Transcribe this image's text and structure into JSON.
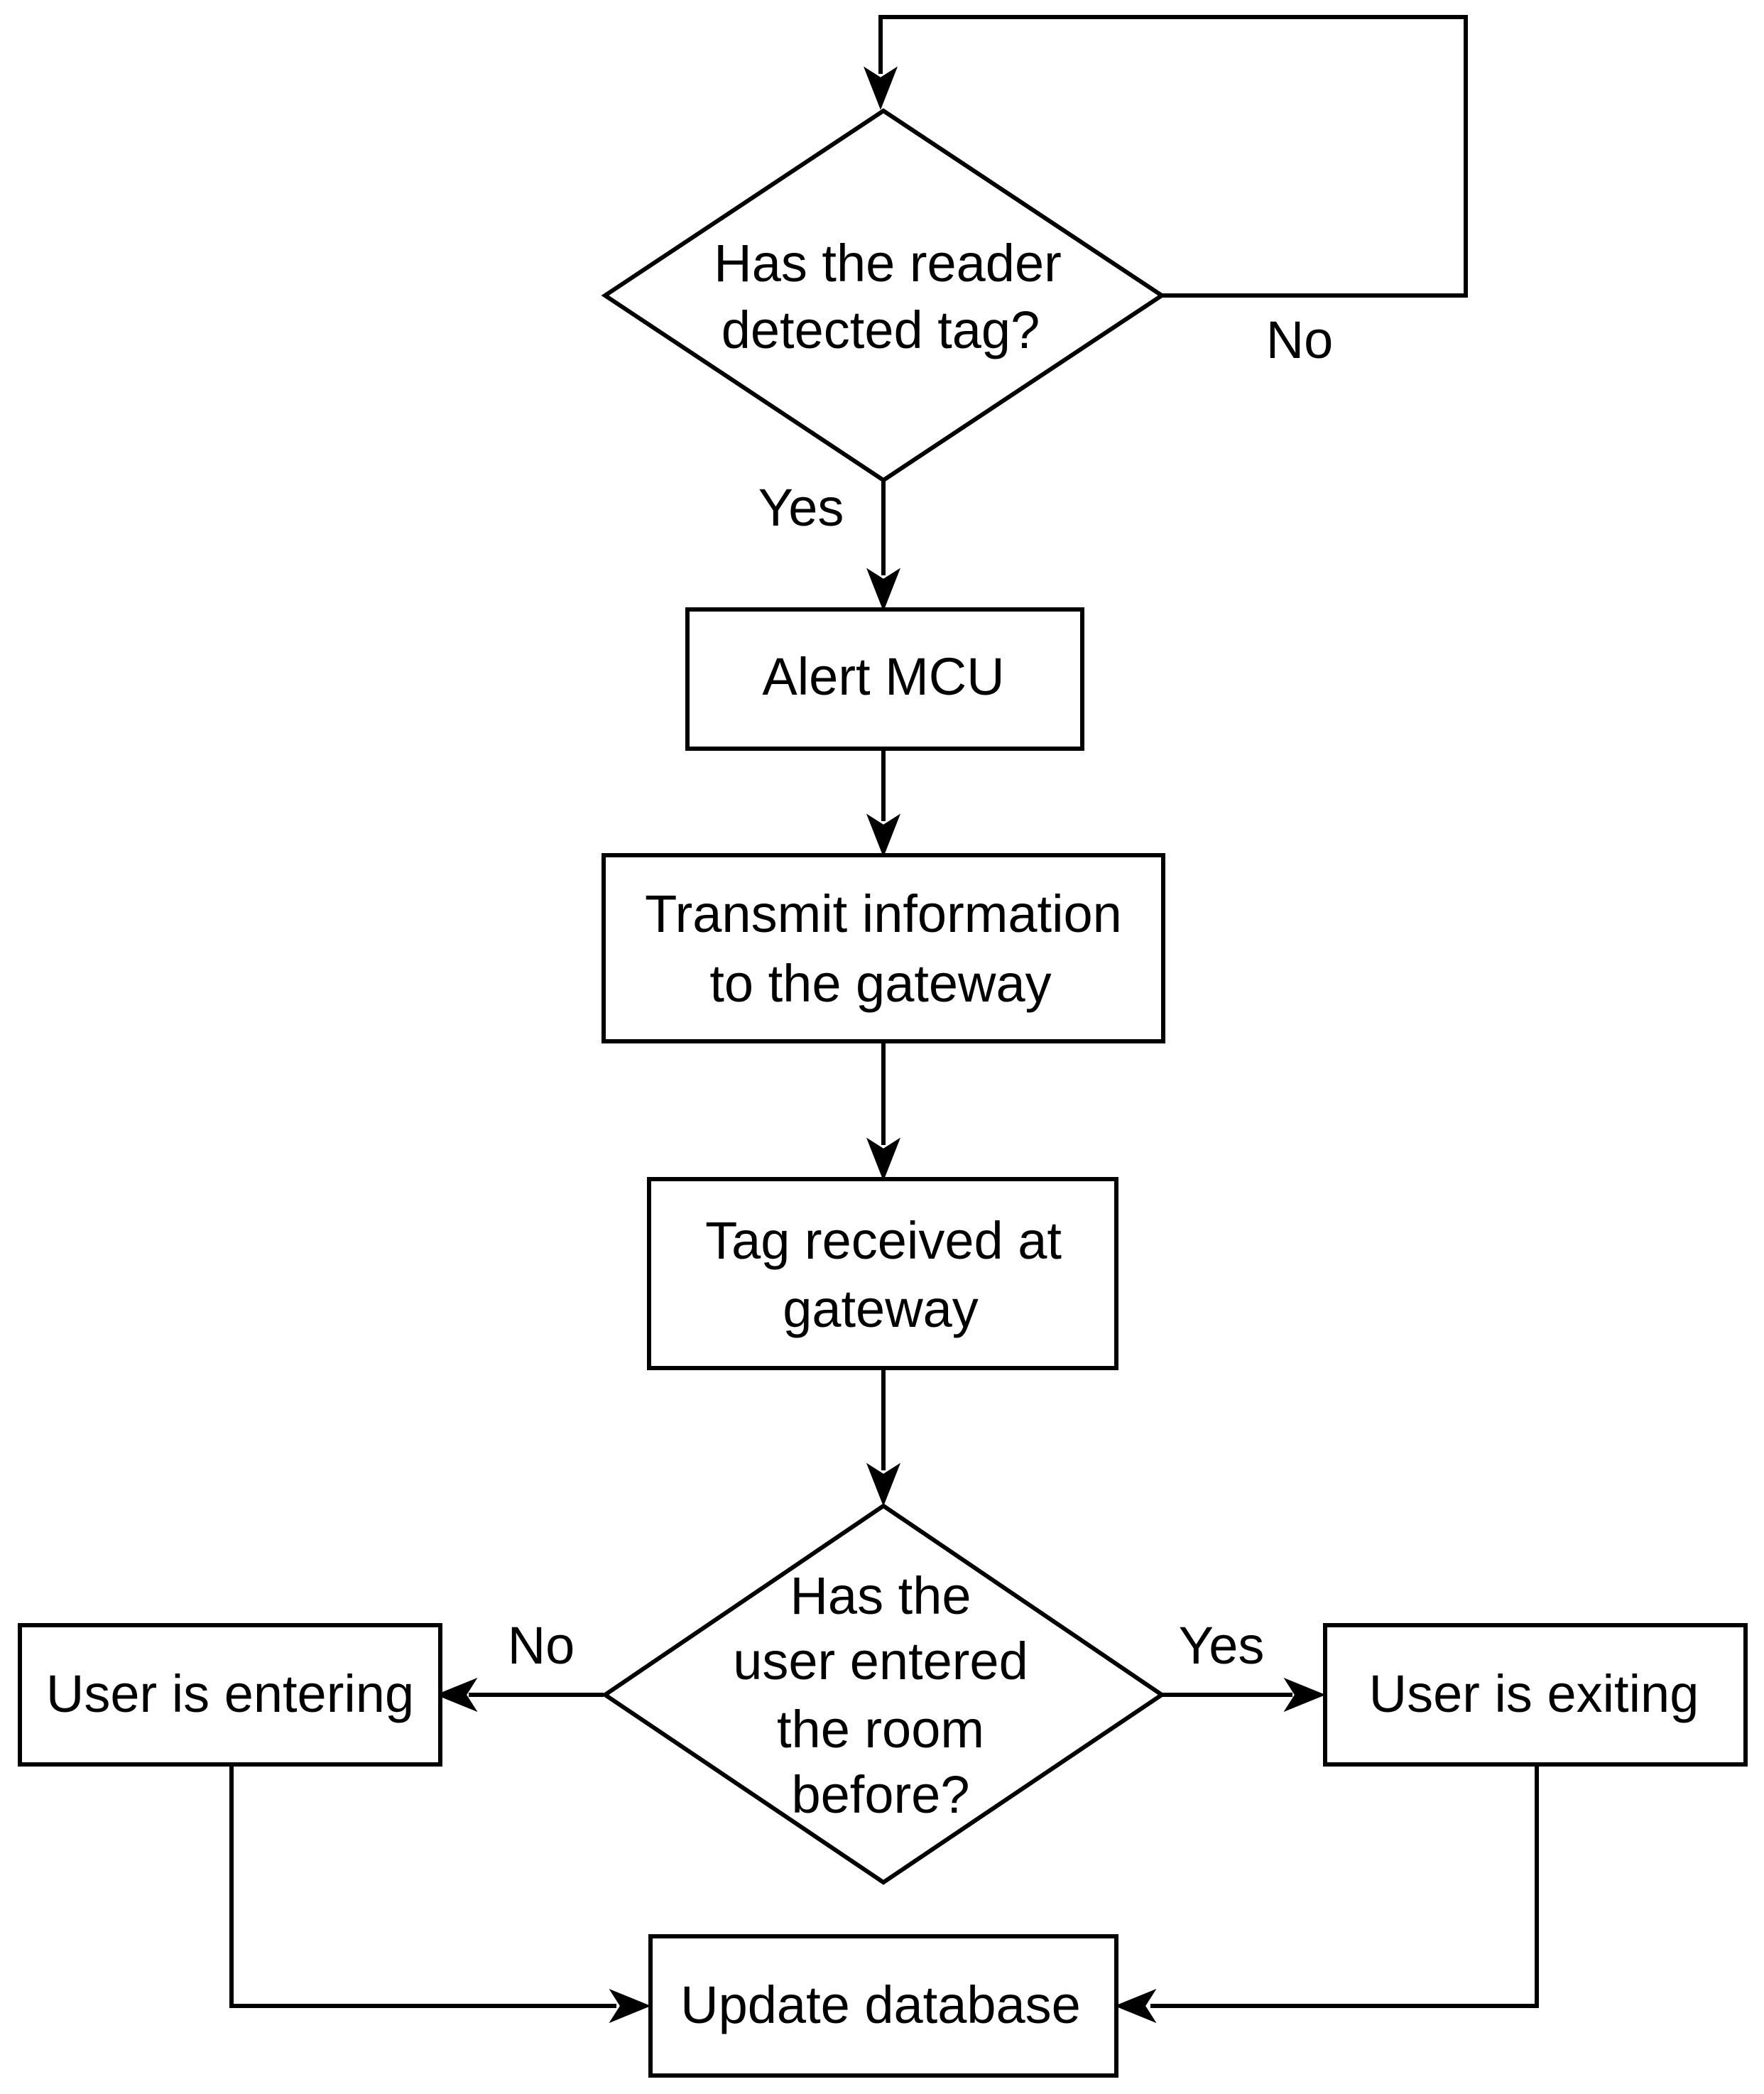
{
  "nodes": {
    "decision_tag": {
      "lines": [
        "Has the reader",
        "detected tag?"
      ]
    },
    "alert_mcu": {
      "lines": [
        "Alert MCU"
      ]
    },
    "transmit": {
      "lines": [
        "Transmit information",
        "to the gateway"
      ]
    },
    "tag_received": {
      "lines": [
        "Tag received at",
        "gateway"
      ]
    },
    "decision_user": {
      "lines": [
        "Has the",
        "user entered",
        "the room",
        "before?"
      ]
    },
    "user_entering": {
      "lines": [
        "User is entering"
      ]
    },
    "user_exiting": {
      "lines": [
        "User is exiting"
      ]
    },
    "update_db": {
      "lines": [
        "Update database"
      ]
    }
  },
  "edge_labels": {
    "tag_no": "No",
    "tag_yes": "Yes",
    "user_no": "No",
    "user_yes": "Yes"
  }
}
